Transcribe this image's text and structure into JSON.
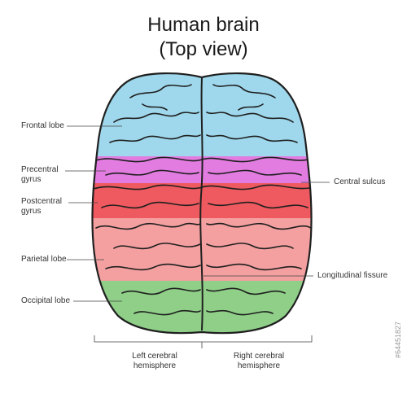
{
  "title": {
    "line1": "Human brain",
    "line2": "(Top view)"
  },
  "labels": {
    "frontal": "Frontal lobe",
    "precentral": "Precentral\ngyrus",
    "postcentral": "Postcentral\ngyrus",
    "parietal": "Parietal lobe",
    "occipital": "Occipital lobe",
    "central_sulcus": "Central sulcus",
    "longitudinal": "Longitudinal fissure",
    "left_hemi": "Left cerebral\nhemisphere",
    "right_hemi": "Right cerebral\nhemisphere"
  },
  "colors": {
    "frontal": "#9fd8ec",
    "precentral": "#e27ce0",
    "postcentral": "#ee5a5f",
    "parietal": "#f4a0a0",
    "occipital": "#8fcf88",
    "outline": "#1f1f1f"
  },
  "watermark": "#64451827"
}
